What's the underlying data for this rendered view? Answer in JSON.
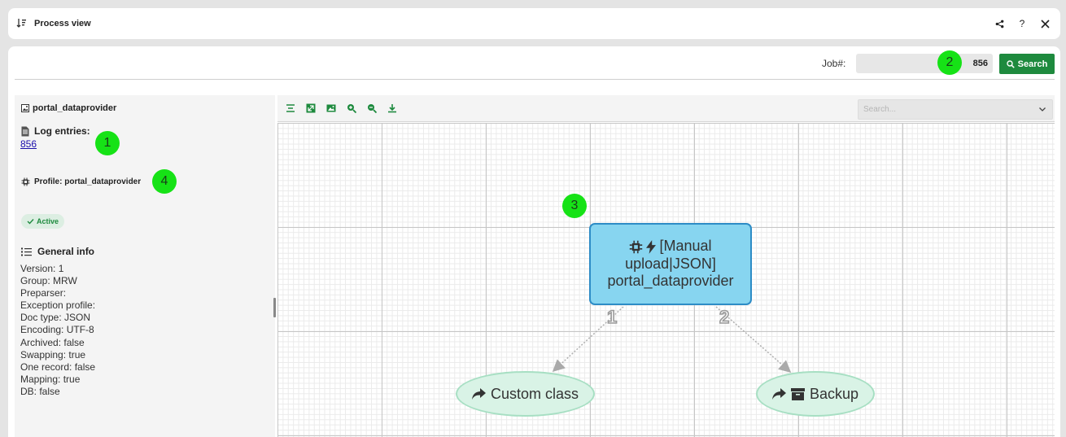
{
  "window": {
    "title": "Process view"
  },
  "job": {
    "label": "Job#:",
    "value": "856",
    "search_label": "Search"
  },
  "sidebar": {
    "profile_name": "portal_dataprovider",
    "log_label": "Log entries:",
    "log_link": "856",
    "profile_line": "Profile: portal_dataprovider",
    "status_badge": "Active",
    "general_info_title": "General info",
    "info": [
      "Version: 1",
      "Group: MRW",
      "Preparser:",
      "Exception profile:",
      "Doc type: JSON",
      "Encoding: UTF-8",
      "Archived: false",
      "Swapping: true",
      "One record: false",
      "Mapping: true",
      "DB: false"
    ]
  },
  "canvas": {
    "filter_placeholder": "Search...",
    "main_node": {
      "line1": "[Manual",
      "line2": "upload|JSON]",
      "line3": "portal_dataprovider"
    },
    "child_nodes": [
      {
        "label": "Custom class",
        "edge_number": "1"
      },
      {
        "label": "Backup",
        "edge_number": "2"
      }
    ]
  },
  "annotations": [
    "1",
    "2",
    "3",
    "4"
  ],
  "colors": {
    "accent_green": "#1e8a3e",
    "node_fill": "#87d5f0",
    "node_border": "#2d8cc6",
    "ellipse_fill": "#d9f3e6",
    "marker": "#16e216"
  }
}
